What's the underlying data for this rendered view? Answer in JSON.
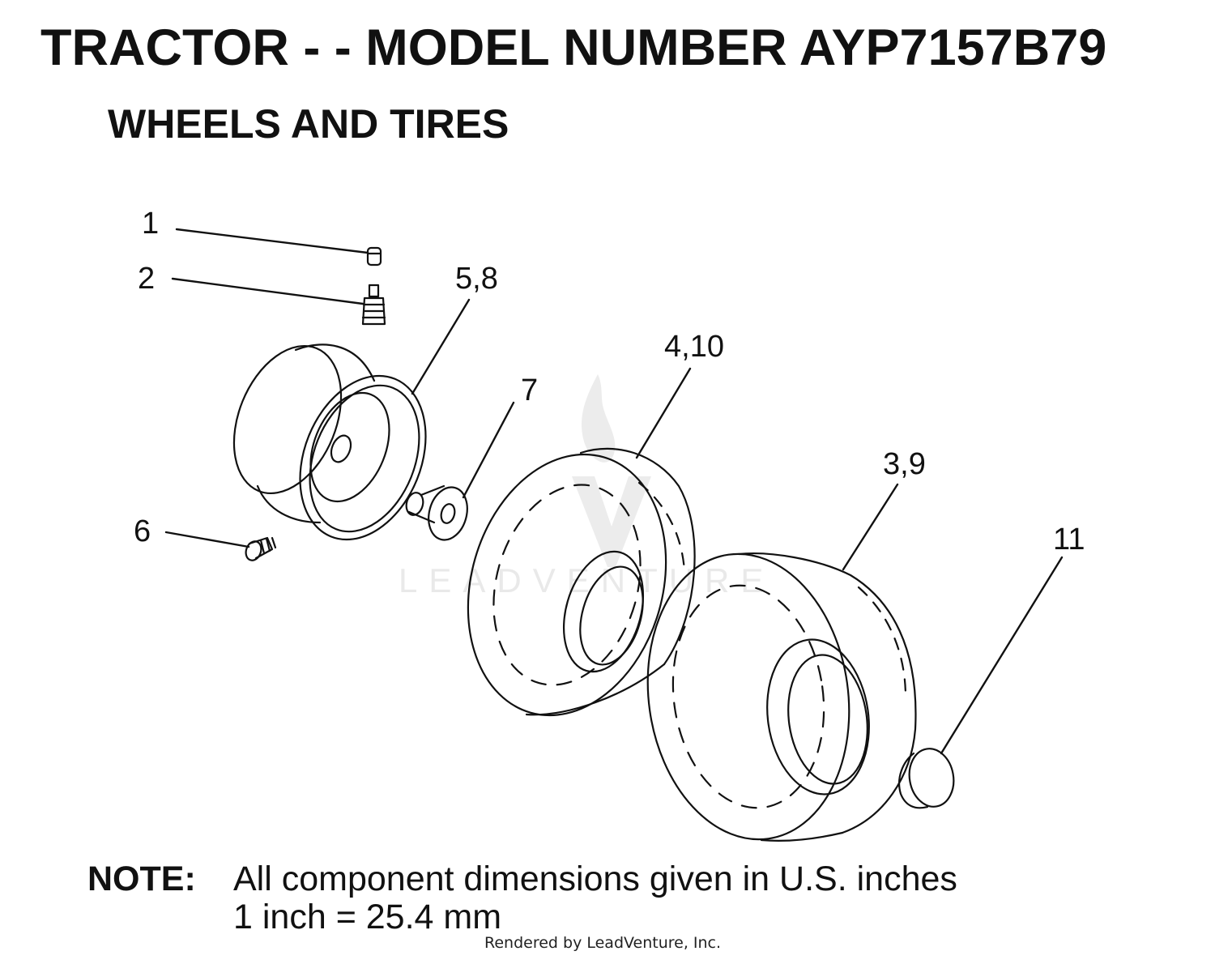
{
  "header": {
    "title": "TRACTOR - - MODEL NUMBER AYP7157B79",
    "subtitle": "WHEELS AND TIRES"
  },
  "callouts": {
    "c1": "1",
    "c2": "2",
    "c5_8": "5,8",
    "c4_10": "4,10",
    "c7": "7",
    "c3_9": "3,9",
    "c6": "6",
    "c11": "11"
  },
  "watermark": {
    "text": "LEADVENTURE",
    "icon": "flame-v-logo-icon"
  },
  "note": {
    "label": "NOTE:",
    "line1": "All component dimensions given in U.S. inches",
    "line2": "1 inch = 25.4 mm"
  },
  "credit": "Rendered by LeadVenture, Inc.",
  "colors": {
    "line": "#111111",
    "background": "#ffffff",
    "watermark": "#e9e9e9"
  }
}
